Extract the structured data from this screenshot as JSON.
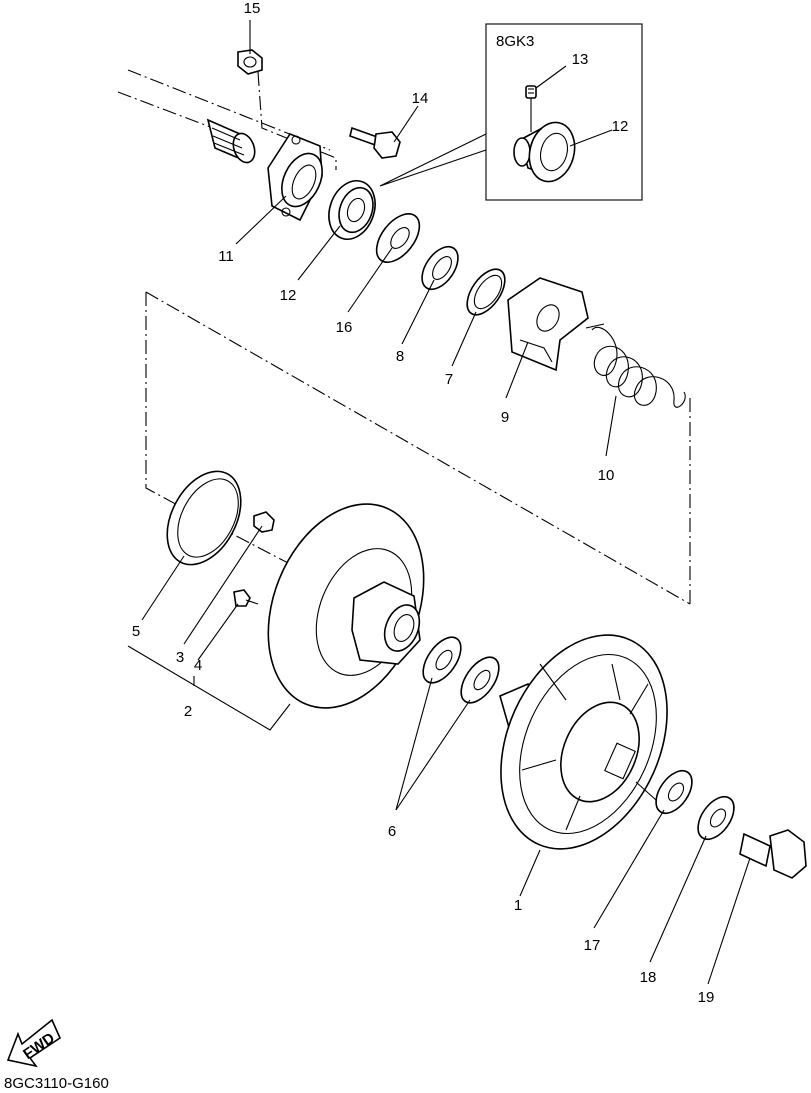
{
  "diagram": {
    "inset_label": "8GK3",
    "figure_code": "8GC3110-G160",
    "fwd_label": "FWD",
    "callouts": [
      {
        "id": "c15",
        "text": "15"
      },
      {
        "id": "c14",
        "text": "14"
      },
      {
        "id": "c13",
        "text": "13"
      },
      {
        "id": "c12a",
        "text": "12"
      },
      {
        "id": "c11",
        "text": "11"
      },
      {
        "id": "c12b",
        "text": "12"
      },
      {
        "id": "c16",
        "text": "16"
      },
      {
        "id": "c8",
        "text": "8"
      },
      {
        "id": "c7",
        "text": "7"
      },
      {
        "id": "c9",
        "text": "9"
      },
      {
        "id": "c10",
        "text": "10"
      },
      {
        "id": "c5",
        "text": "5"
      },
      {
        "id": "c3",
        "text": "3"
      },
      {
        "id": "c4",
        "text": "4"
      },
      {
        "id": "c2",
        "text": "2"
      },
      {
        "id": "c6",
        "text": "6"
      },
      {
        "id": "c1",
        "text": "1"
      },
      {
        "id": "c17",
        "text": "17"
      },
      {
        "id": "c18",
        "text": "18"
      },
      {
        "id": "c19",
        "text": "19"
      }
    ]
  }
}
